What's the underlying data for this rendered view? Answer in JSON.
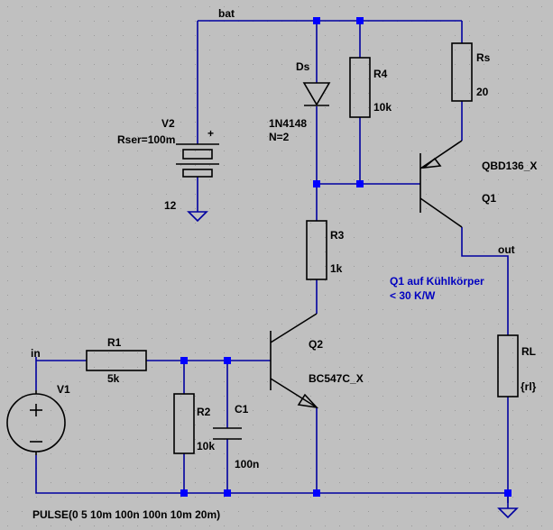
{
  "nets": {
    "bat": "bat",
    "in": "in",
    "out": "out"
  },
  "components": {
    "v1": {
      "name": "V1",
      "value": "PULSE(0 5 10m 100n 100n 10m 20m)"
    },
    "v2": {
      "name": "V2",
      "param": "Rser=100m",
      "value": "12"
    },
    "ds": {
      "name": "Ds",
      "model": "1N4148",
      "param": "N=2"
    },
    "r4": {
      "name": "R4",
      "value": "10k"
    },
    "rs": {
      "name": "Rs",
      "value": "20"
    },
    "r3": {
      "name": "R3",
      "value": "1k"
    },
    "q1": {
      "name": "Q1",
      "model": "QBD136_X"
    },
    "q2": {
      "name": "Q2",
      "model": "BC547C_X"
    },
    "r1": {
      "name": "R1",
      "value": "5k"
    },
    "r2": {
      "name": "R2",
      "value": "10k"
    },
    "c1": {
      "name": "C1",
      "value": "100n"
    },
    "rl": {
      "name": "RL",
      "value": "{rl}"
    }
  },
  "annotation": {
    "line1": "Q1 auf Kühlkörper",
    "line2": "< 30 K/W"
  },
  "colors": {
    "background": "#c0c0c0",
    "wire": "#0000a0",
    "junction": "#0000ff",
    "component": "#000000",
    "annotation": "#0000c0"
  }
}
